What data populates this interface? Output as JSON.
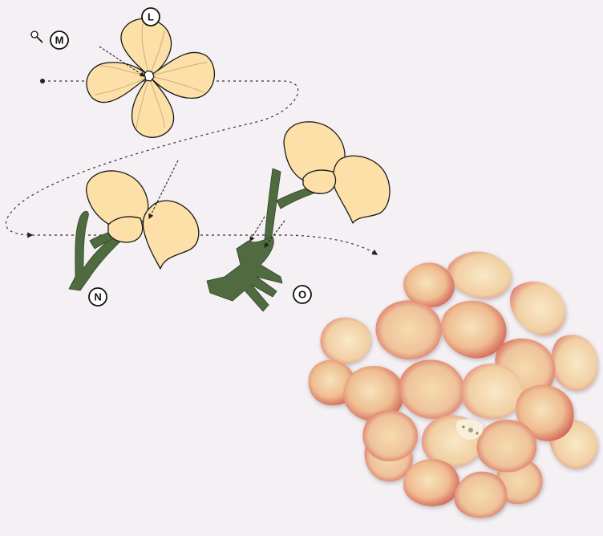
{
  "colors": {
    "background": "#f4f0f4",
    "petal_fill": "#fde0a8",
    "petal_stroke": "#1a1a1a",
    "vein": "#c9a97a",
    "stem": "#4f6b3f",
    "stem_stroke": "#2f4427",
    "arrow": "#222222",
    "badge_fill": "#ffffff",
    "badge_stroke": "#111111",
    "photo_pink": "#e27a72",
    "photo_cream": "#f3d8a9",
    "photo_peach": "#eeb08a",
    "photo_rose": "#d2584f"
  },
  "steps": [
    {
      "id": "L",
      "label": "L"
    },
    {
      "id": "M",
      "label": "M"
    },
    {
      "id": "N",
      "label": "N"
    },
    {
      "id": "O",
      "label": "O"
    }
  ],
  "icons": {
    "pin": "pin-icon"
  }
}
